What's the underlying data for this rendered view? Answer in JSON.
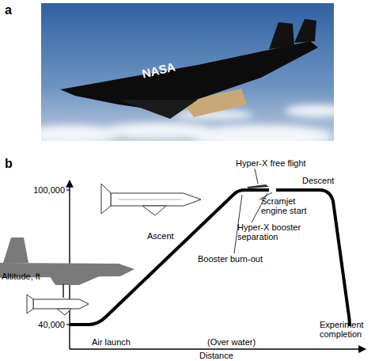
{
  "diagram": {
    "labels": [
      "a",
      "NASA",
      "b",
      "100,000",
      "Hyper-X free flight",
      "Scramjet engine start",
      "Hyper-X booster separation",
      "Booster burn-out",
      "Altitude, ft",
      "Ascent",
      "Descent",
      "40,000",
      "Air launch",
      "(Over water)",
      "Distance",
      "Experiment completion"
    ]
  }
}
